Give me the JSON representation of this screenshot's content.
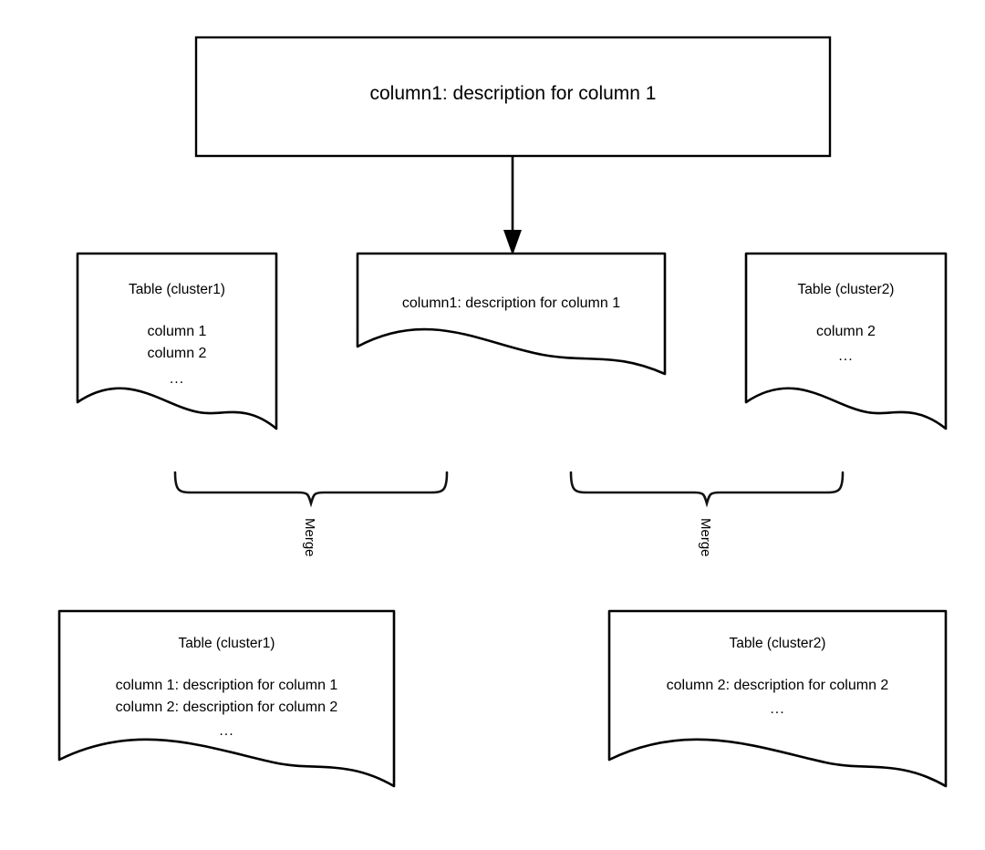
{
  "diagram": {
    "title_box": {
      "text": "column1: description for column 1"
    },
    "middle_row": {
      "left_doc": {
        "heading": "Table (cluster1)",
        "lines": [
          "column 1",
          "column 2"
        ],
        "ellipsis": "..."
      },
      "center_doc": {
        "text": "column1: description for column 1"
      },
      "right_doc": {
        "heading": "Table (cluster2)",
        "lines": [
          "column 2"
        ],
        "ellipsis": "..."
      }
    },
    "connectors": {
      "arrow_label": "",
      "merge_left_label": "Merge",
      "merge_right_label": "Merge"
    },
    "bottom_row": {
      "left_doc": {
        "heading": "Table (cluster1)",
        "lines": [
          "column 1: description for column 1",
          "column 2: description for column 2"
        ],
        "ellipsis": "..."
      },
      "right_doc": {
        "heading": "Table (cluster2)",
        "lines": [
          "column 2: description for column 2"
        ],
        "ellipsis": "..."
      }
    },
    "colors": {
      "stroke": "#000000",
      "fill": "#ffffff",
      "text": "#000000"
    }
  }
}
